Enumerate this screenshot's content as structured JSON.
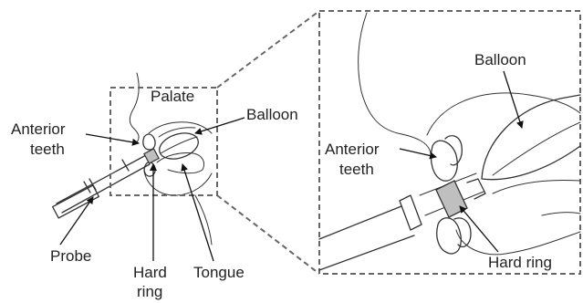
{
  "labels": {
    "palate": "Palate",
    "balloon_small": "Balloon",
    "anterior_teeth_small_line1": "Anterior",
    "anterior_teeth_small_line2": "teeth",
    "probe": "Probe",
    "hard_ring_small_line1": "Hard",
    "hard_ring_small_line2": "ring",
    "tongue": "Tongue",
    "balloon_zoom": "Balloon",
    "anterior_teeth_zoom_line1": "Anterior",
    "anterior_teeth_zoom_line2": "teeth",
    "hard_ring_zoom": "Hard ring"
  },
  "colors": {
    "line": "#333333",
    "dashed_box": "#666666",
    "hard_ring_fill": "#bfbfbf",
    "background": "#ffffff"
  }
}
